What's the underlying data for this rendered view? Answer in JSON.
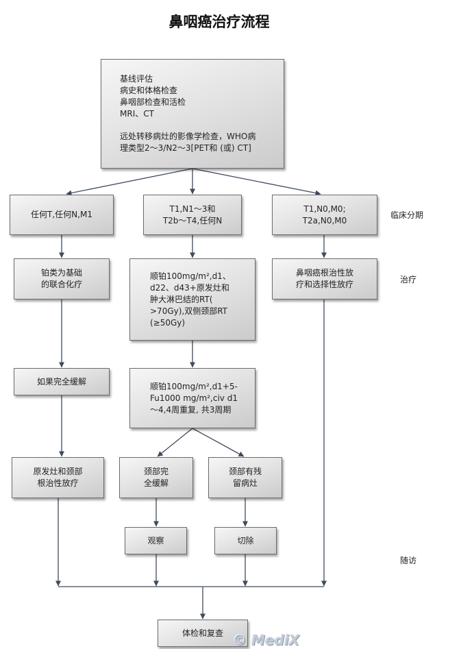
{
  "title": "鼻咽癌治疗流程",
  "boxes": {
    "baseline_assessment": {
      "lines": [
        "基线评估",
        "病史和体格检查",
        "鼻咽部检查和活检",
        "MRI、CT",
        "远处转移病灶的影像学检查，WHO病",
        "理类型2～3/N2～3[PET和 (或) CT]"
      ]
    },
    "stage_metastatic": {
      "lines": [
        "任何T,任何N,M1"
      ]
    },
    "stage_locally_advanced": {
      "lines": [
        "T1,N1～3和",
        "T2b～T4,任何N"
      ]
    },
    "stage_early": {
      "lines": [
        "T1,N0,M0;",
        "T2a,N0,M0"
      ]
    },
    "platinum_chemo": {
      "lines": [
        "铂类为基础",
        "的联合化疗"
      ]
    },
    "concurrent_chemoradiation": {
      "lines": [
        "顺铂100mg/m²,d1、",
        "d22、d43+原发灶和",
        "肿大淋巴结的RT(",
        ">70Gy),双侧颈部RT",
        "(≥50Gy)"
      ]
    },
    "definitive_radiotherapy": {
      "lines": [
        "鼻咽癌根治性放",
        "疗和选择性放疗"
      ]
    },
    "if_complete_response": {
      "lines": [
        "如果完全缓解"
      ]
    },
    "adjuvant_chemo": {
      "lines": [
        "顺铂100mg/m²,d1+5-",
        "Fu1000 mg/m²,civ d1",
        "～4,4周重复, 共3周期"
      ]
    },
    "locoregional_radiotherapy": {
      "lines": [
        "原发灶和颈部",
        "根治性放疗"
      ]
    },
    "neck_complete_response": {
      "lines": [
        "颈部完",
        "全缓解"
      ]
    },
    "neck_residual": {
      "lines": [
        "颈部有残",
        "留病灶"
      ]
    },
    "observation": {
      "lines": [
        "观察"
      ]
    },
    "resection": {
      "lines": [
        "切除"
      ]
    },
    "follow_up_exam": {
      "lines": [
        "体检和复查"
      ]
    }
  },
  "side_labels": {
    "clinical_staging": "临床分期",
    "treatment": "治疗",
    "follow_up": "随访"
  },
  "watermark": "© MediX",
  "colors": {
    "arrow": "#3e4b5e",
    "box_border": "#6b6b6b"
  }
}
